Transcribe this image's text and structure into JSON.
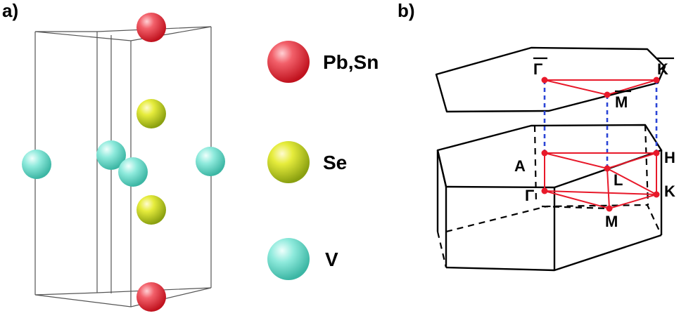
{
  "panels": {
    "a": {
      "label": "a)"
    },
    "b": {
      "label": "b)"
    }
  },
  "legend": [
    {
      "label": "Pb,Sn",
      "color": "#e8343c"
    },
    {
      "label": "Se",
      "color": "#c8d62a"
    },
    {
      "label": "V",
      "color": "#6fe0cf"
    }
  ],
  "brillouin_zone": {
    "surface_points": [
      {
        "label": "Γ",
        "overline": true
      },
      {
        "label": "K",
        "overline": true
      },
      {
        "label": "M",
        "overline": true
      }
    ],
    "bulk_points": [
      {
        "label": "A"
      },
      {
        "label": "Γ"
      },
      {
        "label": "L"
      },
      {
        "label": "M"
      },
      {
        "label": "H"
      },
      {
        "label": "K"
      }
    ],
    "path_color": "#e8192a",
    "projection_color": "#2b45d6"
  }
}
